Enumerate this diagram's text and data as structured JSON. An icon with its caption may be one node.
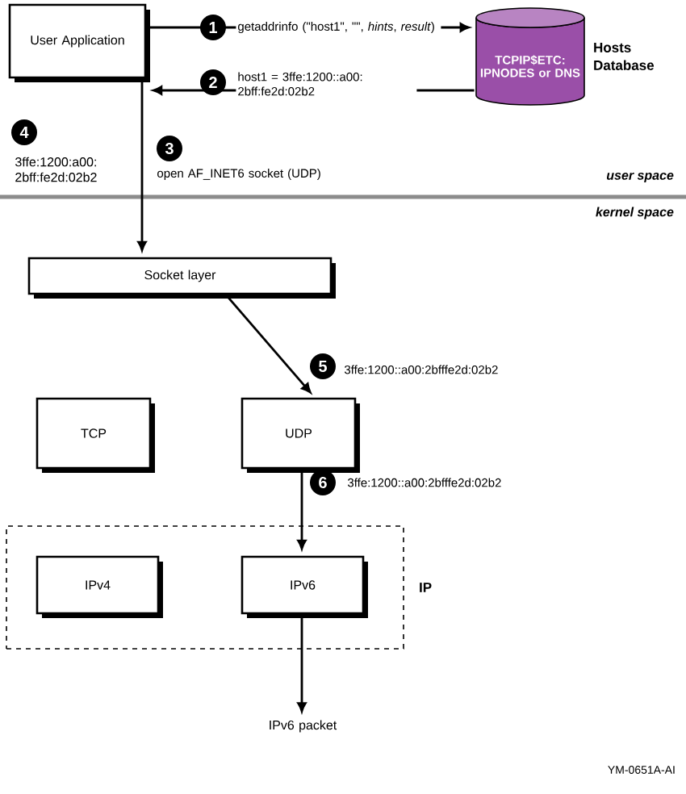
{
  "diagram": {
    "nodes": [
      {
        "text": [
          "User Application"
        ]
      },
      {
        "text": [
          "TCPIP$ETC: IPNODES or DNS",
          "Hosts Database"
        ]
      },
      {
        "text": [
          "Socket layer"
        ]
      },
      {
        "text": [
          "TCP"
        ]
      },
      {
        "text": [
          "UDP"
        ]
      },
      {
        "text": [
          "IP"
        ]
      },
      {
        "text": [
          "IPv4"
        ],
        "in": 5
      },
      {
        "text": [
          "IPv6"
        ],
        "in": 5
      },
      {
        "text": [
          "IPv6 packet"
        ]
      }
    ],
    "edges": [
      {
        "from": 0,
        "to": 1,
        "arrow": "to",
        "label": "getaddrinfo (\"host1\", \"\", *hints*, *result*)"
      },
      {
        "from": 1,
        "to": 0,
        "arrow": "to",
        "label": "host1 = 3ffe:1200::a00: 2bff:fe2d:02b2"
      },
      {
        "from": 0,
        "to": 2,
        "arrow": "to",
        "label": "open AF_INET6 socket (UDP)"
      },
      {
        "from": 2,
        "to": 4,
        "arrow": "to",
        "label": "3ffe:1200::a00:2bfffe2d:02b2"
      },
      {
        "from": 4,
        "to": 7,
        "arrow": "to",
        "label": "3ffe:1200::a00:2bfffe2d:02b2"
      },
      {
        "from": 7,
        "to": 8,
        "arrow": "to"
      }
    ],
    "labels": [
      "1",
      "2",
      "4",
      "3",
      "3ffe:1200:a00: 2bff:fe2d:02b2",
      "user space",
      "kernel space",
      "5",
      "6",
      "YM-0651A-AI"
    ]
  }
}
